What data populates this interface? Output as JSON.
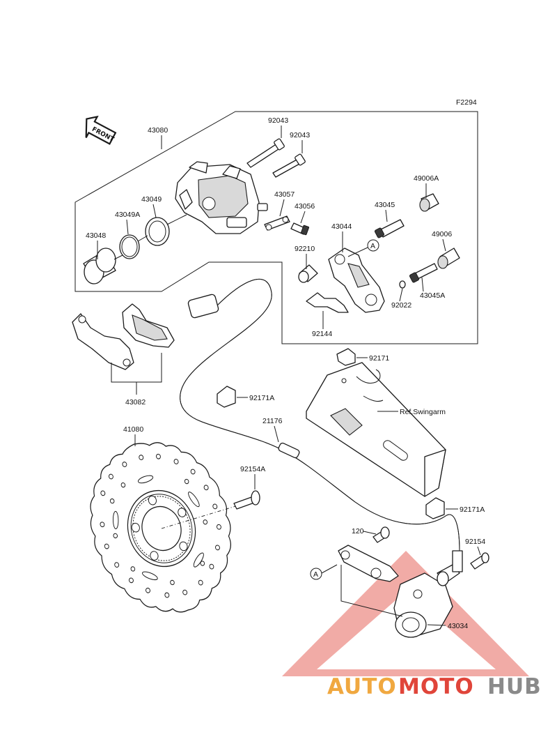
{
  "figure_code": "F2294",
  "front_label": "FRONT",
  "ref_label": "Ref.Swingarm",
  "callout_letter": "A",
  "parts": {
    "p43080": "43080",
    "p92043a": "92043",
    "p92043b": "92043",
    "p43057": "43057",
    "p43056": "43056",
    "p43049": "43049",
    "p43049A": "43049A",
    "p43048": "43048",
    "p43045": "43045",
    "p49006A": "49006A",
    "p43044": "43044",
    "p92210": "92210",
    "p49006": "49006",
    "p43045A": "43045A",
    "p92022": "92022",
    "p92144": "92144",
    "p43082": "43082",
    "p92171": "92171",
    "p92171A_a": "92171A",
    "p92171A_b": "92171A",
    "p21176": "21176",
    "p41080": "41080",
    "p92154A": "92154A",
    "p120": "120",
    "p92154": "92154",
    "p43034": "43034"
  },
  "watermark": {
    "auto": "AUTO",
    "moto": "MOTO",
    "hub": "HUB"
  },
  "colors": {
    "wm_orange": "#f0a840",
    "wm_red": "#e0453a",
    "wm_gray": "#8a8a8a",
    "line": "#1a1a1a"
  }
}
